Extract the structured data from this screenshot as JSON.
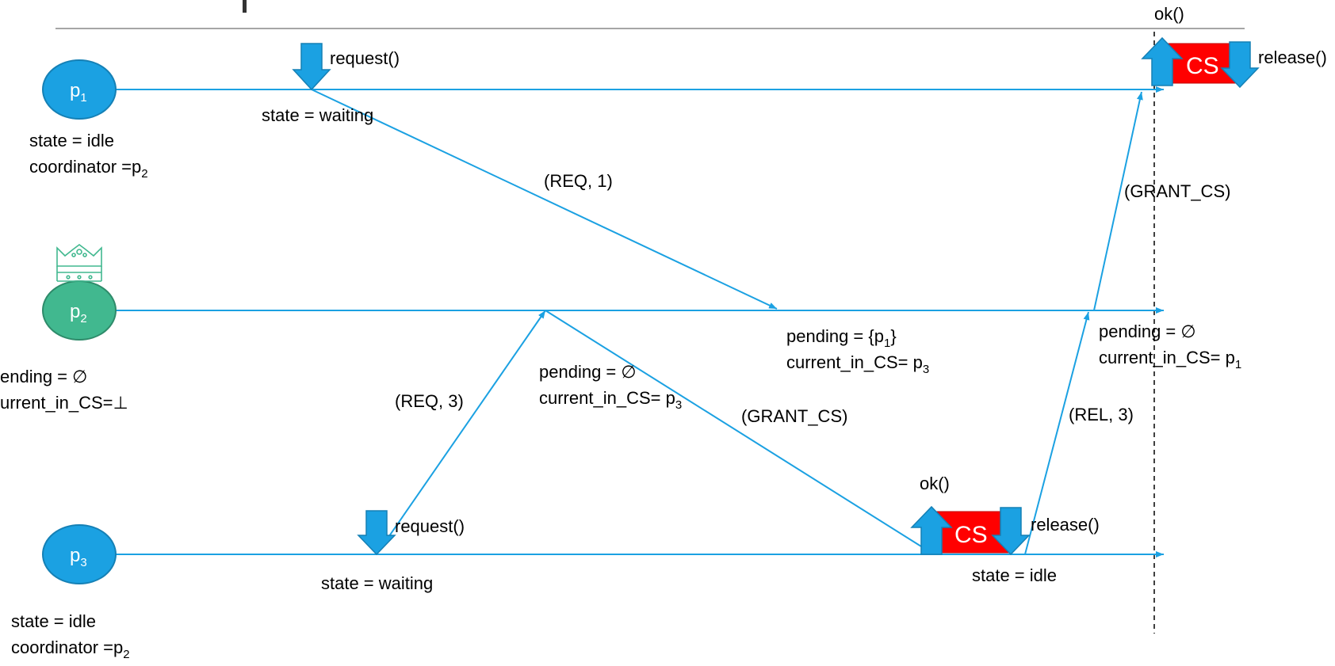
{
  "colors": {
    "line": "#1BA1E2",
    "arrow_fill": "#1BA1E2",
    "arrow_stroke": "#1580B5",
    "process_fill": "#1BA1E2",
    "coordinator_fill": "#41B88F",
    "coordinator_stroke": "#2E8B6A",
    "crown": "#41B88F",
    "cs_fill": "#FF0000",
    "header_rule": "#888888",
    "dashed_line": "#000000"
  },
  "processes": {
    "p1": {
      "name": "p",
      "sub": "1"
    },
    "p2": {
      "name": "p",
      "sub": "2"
    },
    "p3": {
      "name": "p",
      "sub": "3"
    }
  },
  "states": {
    "p1_state": "state = idle",
    "p1_coord": "coordinator =p",
    "p1_coord_sub": "2",
    "p2_pending": "ending = ∅",
    "p2_current": "urrent_in_CS=⊥",
    "p3_state": "state = idle",
    "p3_coord": "coordinator =p",
    "p3_coord_sub": "2"
  },
  "events": {
    "p1_request": "request()",
    "p1_waiting": "state = waiting",
    "p3_request": "request()",
    "p3_waiting": "state = waiting",
    "p3_ok": "ok()",
    "p3_release": "release()",
    "p3_idle": "state = idle",
    "p1_ok": "ok()",
    "p1_release": "release()",
    "cs": "CS"
  },
  "messages": {
    "req1": "(REQ, 1)",
    "req3": "(REQ, 3)",
    "grant_p3": "(GRANT_CS)",
    "rel3": "(REL, 3)",
    "grant_p1": "(GRANT_CS)"
  },
  "coordinator_states": {
    "after_req3_pending": "pending = ∅",
    "after_req3_current": "current_in_CS= p",
    "after_req3_current_sub": "3",
    "after_req1_pending": "pending = {p",
    "after_req1_pending_sub": "1",
    "after_req1_pending_end": "}",
    "after_req1_current": "current_in_CS= p",
    "after_req1_current_sub": "3",
    "after_rel3_pending": "pending = ∅",
    "after_rel3_current": "current_in_CS= p",
    "after_rel3_current_sub": "1"
  }
}
